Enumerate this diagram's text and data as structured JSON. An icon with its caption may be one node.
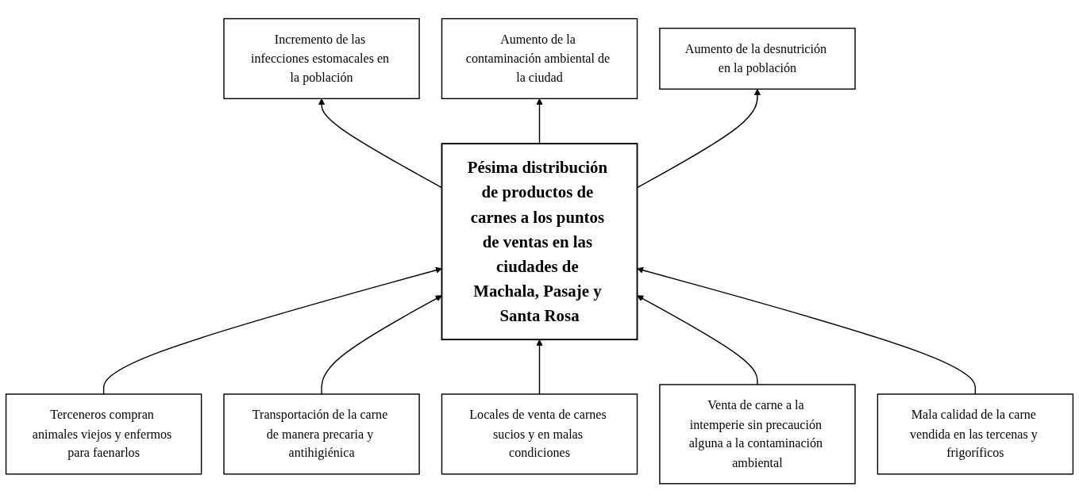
{
  "diagram": {
    "nodes": [
      {
        "text": [
          "Incremento de las infecciones estomacales en la población"
        ]
      },
      {
        "text": [
          "Aumento de la contaminación ambiental de la ciudad"
        ]
      },
      {
        "text": [
          "Aumento de la desnutrición en la población"
        ]
      },
      {
        "text": [
          "Pésima distribución de productos de carnes a los puntos de ventas en las ciudades de Machala, Pasaje y Santa Rosa"
        ]
      },
      {
        "text": [
          "Terceneros compran animales viejos y enfermos para faenarlos"
        ]
      },
      {
        "text": [
          "Transportación de la carne de manera precaria y antihigiénica"
        ]
      },
      {
        "text": [
          "Locales de venta de carnes sucios y en malas condiciones"
        ]
      },
      {
        "text": [
          "Venta de carne a la intemperie sin precaución alguna a la contaminación ambiental"
        ]
      },
      {
        "text": [
          "Mala calidad de la carne vendida en las tercenas y frigoríficos"
        ]
      }
    ],
    "edges": [
      {
        "from": 3,
        "to": 0,
        "arrow": "to"
      },
      {
        "from": 3,
        "to": 1,
        "arrow": "to"
      },
      {
        "from": 3,
        "to": 2,
        "arrow": "to"
      },
      {
        "from": 4,
        "to": 3,
        "arrow": "to"
      },
      {
        "from": 5,
        "to": 3,
        "arrow": "to"
      },
      {
        "from": 6,
        "to": 3,
        "arrow": "to"
      },
      {
        "from": 7,
        "to": 3,
        "arrow": "to"
      },
      {
        "from": 8,
        "to": 3,
        "arrow": "to"
      }
    ]
  }
}
